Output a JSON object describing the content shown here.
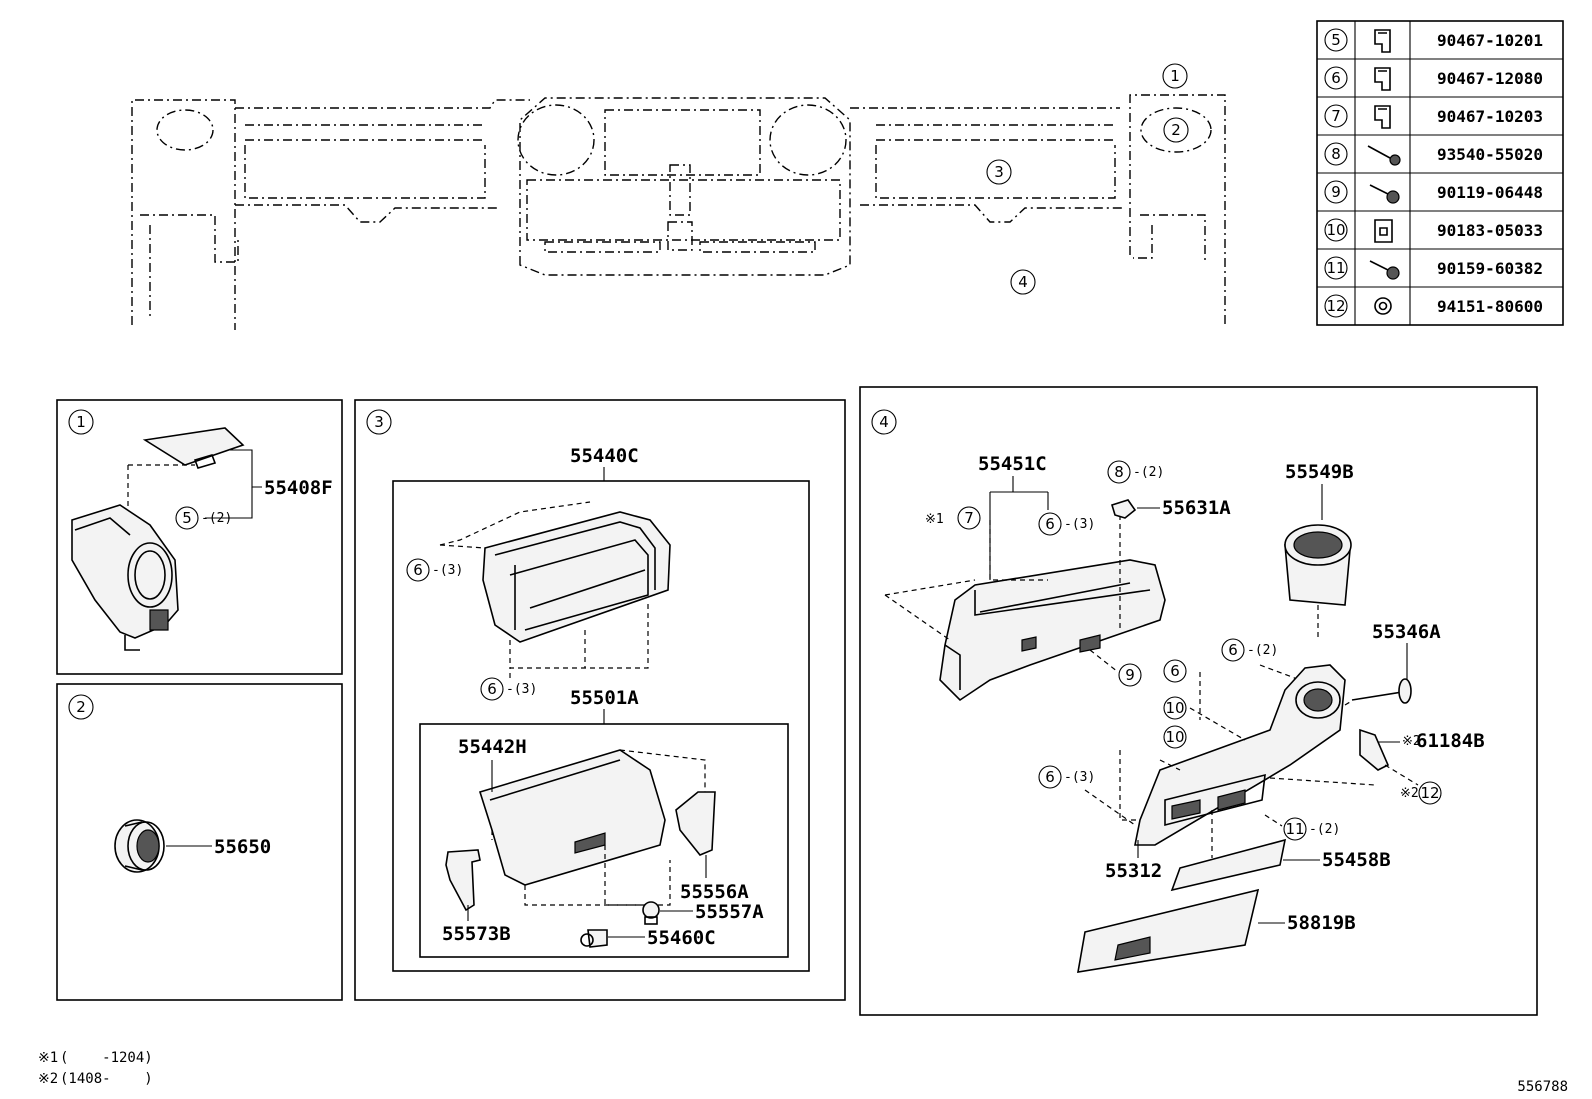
{
  "fastener_table": [
    {
      "ref": "5",
      "part": "90467-10201",
      "icon": "clip-icon"
    },
    {
      "ref": "6",
      "part": "90467-12080",
      "icon": "clip-icon"
    },
    {
      "ref": "7",
      "part": "90467-10203",
      "icon": "clip-icon"
    },
    {
      "ref": "8",
      "part": "93540-55020",
      "icon": "screw-icon"
    },
    {
      "ref": "9",
      "part": "90119-06448",
      "icon": "bolt-icon"
    },
    {
      "ref": "10",
      "part": "90183-05033",
      "icon": "nut-clip-icon"
    },
    {
      "ref": "11",
      "part": "90159-60382",
      "icon": "bolt-icon"
    },
    {
      "ref": "12",
      "part": "94151-80600",
      "icon": "nut-icon"
    }
  ],
  "overview": {
    "callouts": [
      "1",
      "2",
      "3",
      "4"
    ]
  },
  "panel1": {
    "id": "1",
    "parts": {
      "p55408F": "55408F"
    },
    "refs": {
      "r5": "5"
    },
    "counts": {
      "c5": "-(2)"
    }
  },
  "panel2": {
    "id": "2",
    "parts": {
      "p55650": "55650"
    }
  },
  "panel3": {
    "id": "3",
    "parts": {
      "p55440C": "55440C",
      "p55501A": "55501A",
      "p55442H": "55442H",
      "p55556A": "55556A",
      "p55557A": "55557A",
      "p55573B": "55573B",
      "p55460C": "55460C"
    },
    "refs": {
      "r6a": "6",
      "r6b": "6"
    },
    "counts": {
      "c6a": "-(3)",
      "c6b": "-(3)"
    }
  },
  "panel4": {
    "id": "4",
    "parts": {
      "p55451C": "55451C",
      "p55631A": "55631A",
      "p55549B": "55549B",
      "p55346A": "55346A",
      "p61184B": "61184B",
      "p55312": "55312",
      "p55458B": "55458B",
      "p58819B": "58819B"
    },
    "refs": {
      "r7": "7",
      "r6a": "6",
      "r8": "8",
      "r9": "9",
      "r6b": "6",
      "r6c": "6",
      "r10a": "10",
      "r10b": "10",
      "r6d": "6",
      "r11": "11",
      "r12": "12"
    },
    "counts": {
      "c6a": "-(3)",
      "c8": "-(2)",
      "c6c": "-(2)",
      "c6d": "-(3)",
      "c11": "-(2)"
    },
    "marks": {
      "m1": "※1",
      "m2a": "※2",
      "m2b": "※2"
    }
  },
  "notes": [
    {
      "mark": "※1",
      "text": "(    -1204)"
    },
    {
      "mark": "※2",
      "text": "(1408-    )"
    }
  ],
  "diagram_id": "556788"
}
